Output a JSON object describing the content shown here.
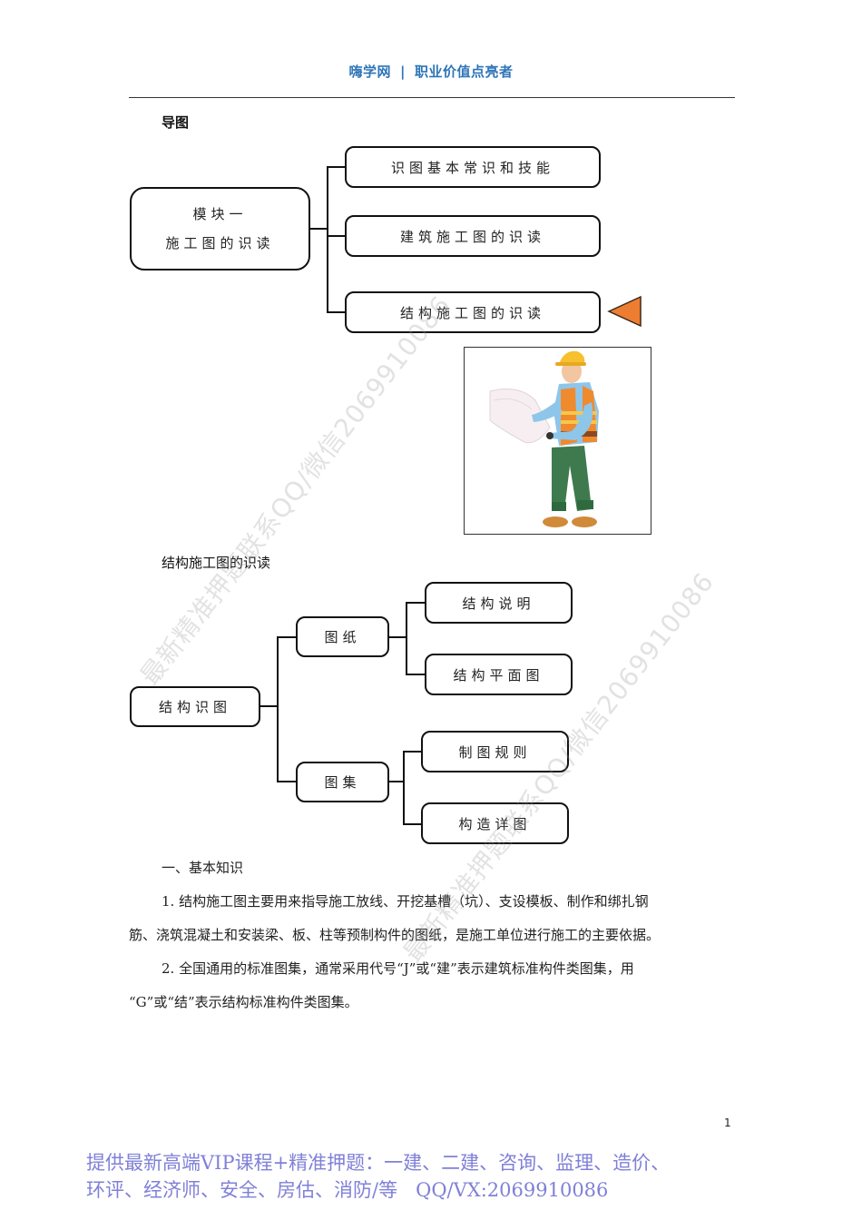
{
  "header": {
    "site_name": "嗨学网",
    "separator": "|",
    "slogan": "职业价值点亮者",
    "color": "#2e75b6"
  },
  "section_guide": {
    "label": "导图"
  },
  "mindmap_1": {
    "root_line1": "模块一",
    "root_line2": "施工图的识读",
    "children": [
      {
        "label": "识图基本常识和技能"
      },
      {
        "label": "建筑施工图的识读"
      },
      {
        "label": "结构施工图的识读"
      }
    ],
    "current_marker_icon": "orange-triangle-pointer",
    "marker_color": "#ed7d31"
  },
  "illustration": {
    "alt": "construction worker in hard hat reading blueprint"
  },
  "section_structure": {
    "label": "结构施工图的识读"
  },
  "mindmap_2": {
    "root": "结构识图",
    "branches": [
      {
        "label": "图纸",
        "children": [
          {
            "label": "结构说明"
          },
          {
            "label": "结构平面图"
          }
        ]
      },
      {
        "label": "图集",
        "children": [
          {
            "label": "制图规则"
          },
          {
            "label": "构造详图"
          }
        ]
      }
    ]
  },
  "content": {
    "heading": "一、基本知识",
    "para1_line1": "1. 结构施工图主要用来指导施工放线、开挖基槽（坑）、支设模板、制作和绑扎钢",
    "para1_line2": "筋、浇筑混凝土和安装梁、板、柱等预制构件的图纸，是施工单位进行施工的主要依据。",
    "para2_line1": "2. 全国通用的标准图集，通常采用代号“J”或“建”表示建筑标准构件类图集，用",
    "para2_line2": "“G”或“结”表示结构标准构件类图集。"
  },
  "page_number": "1",
  "footer_ad": {
    "line1": "提供最新高端VIP课程+精准押题：一建、二建、咨询、监理、造价、",
    "line2": "环评、经济师、安全、房估、消防/等   QQ/VX:2069910086",
    "color": "#8080d8"
  },
  "watermark": {
    "text": "最新精准押题联系QQ/微信2069910086"
  }
}
